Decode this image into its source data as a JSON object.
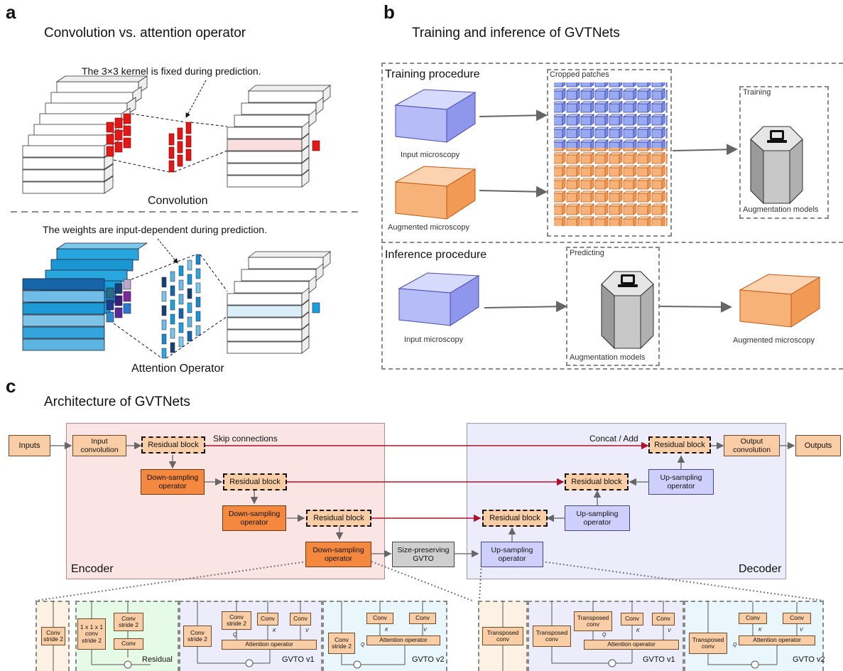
{
  "panel_a": {
    "letter": "a",
    "title": "Convolution vs. attention operator",
    "kernel_note": "The 3×3 kernel is fixed during prediction.",
    "conv_label": "Convolution",
    "weights_note": "The weights are input-dependent during prediction.",
    "attn_label": "Attention Operator"
  },
  "panel_b": {
    "letter": "b",
    "title": "Training and inference of GVTNets",
    "training_procedure": "Training procedure",
    "cropped_patches": "Cropped patches",
    "input_microscopy": "Input microscopy",
    "augmented_microscopy": "Augmented microscopy",
    "training": "Training",
    "augmentation_models": "Augmentation models",
    "inference_procedure": "Inference procedure",
    "predicting": "Predicting",
    "input_microscopy_2": "Input microscopy",
    "augmentation_models_2": "Augmentation models",
    "augmented_microscopy_2": "Augmented microscopy"
  },
  "panel_c": {
    "letter": "c",
    "title": "Architecture of GVTNets",
    "inputs": "Inputs",
    "input_convolution": "Input convolution",
    "residual_block": "Residual block",
    "skip_connections": "Skip connections",
    "concat_add": "Concat / Add",
    "output_convolution": "Output convolution",
    "outputs": "Outputs",
    "down_sampling": "Down-sampling operator",
    "up_sampling": "Up-sampling operator",
    "size_preserving": "Size-preserving GVTO",
    "encoder": "Encoder",
    "decoder": "Decoder",
    "down_details": {
      "conv_stride2": "Conv stride 2",
      "conv111": "1 x 1 x 1 conv stride 2",
      "conv": "Conv",
      "residual": "Residual",
      "attention_operator": "Attention operator",
      "q": "Q",
      "k": "K",
      "v": "V",
      "gvto_v1": "GVTO v1",
      "gvto_v2": "GVTO v2"
    },
    "up_details": {
      "transposed_conv": "Transposed conv",
      "conv": "Conv",
      "attention_operator": "Attention operator",
      "q": "Q",
      "k": "K",
      "v": "V",
      "gvto_v1": "GVTO v1",
      "gvto_v2": "GVTO v2"
    }
  },
  "colors": {
    "peach": "#f9cda6",
    "orange": "#f4883e",
    "purple": "#cfcffb",
    "encoder_bg": "#fbe4e4",
    "decoder_bg": "#ececfb",
    "skip_red": "#b0102a",
    "red_cell": "#e01818",
    "blue_cell": "#1aa0de"
  }
}
